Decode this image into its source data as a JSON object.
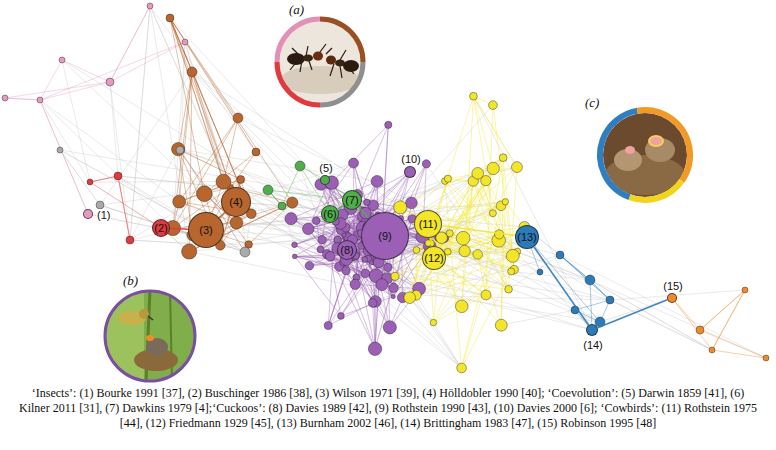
{
  "diagram": {
    "caption": "‘Insects’: (1) Bourke 1991 [37], (2) Buschinger 1986 [38], (3) Wilson 1971 [39], (4) Hölldobler 1990 [40]; ‘Coevolution’: (5) Darwin 1859 [41], (6) Kilner 2011 [31], (7) Dawkins 1979 [4];‘Cuckoos’: (8) Davies 1989 [42], (9) Rothstein 1990 [43], (10) Davies 2000 [6]; ‘Cowbirds’: (11) Rothstein 1975 [44], (12) Friedmann 1929 [45], (13) Burnham 2002 [46], (14) Brittingham 1983 [47], (15) Robinson 1995 [48]",
    "nodes": [
      {
        "text": [
          "(1)"
        ]
      },
      {
        "text": [
          "(2)"
        ]
      },
      {
        "text": [
          "(3)"
        ]
      },
      {
        "text": [
          "(4)"
        ]
      },
      {
        "text": [
          "(5)"
        ]
      },
      {
        "text": [
          "(6)"
        ]
      },
      {
        "text": [
          "(7)"
        ]
      },
      {
        "text": [
          "(8)"
        ]
      },
      {
        "text": [
          "(9)"
        ]
      },
      {
        "text": [
          "(10)"
        ]
      },
      {
        "text": [
          "(11)"
        ]
      },
      {
        "text": [
          "(12)"
        ]
      },
      {
        "text": [
          "(13)"
        ]
      },
      {
        "text": [
          "(14)"
        ]
      },
      {
        "text": [
          "(15)"
        ]
      }
    ],
    "edges": [
      {
        "from": 1,
        "to": 2,
        "arrow": "none"
      },
      {
        "from": 2,
        "to": 3,
        "arrow": "none"
      },
      {
        "from": 5,
        "to": 6,
        "arrow": "none"
      },
      {
        "from": 6,
        "to": 8,
        "arrow": "none"
      },
      {
        "from": 7,
        "to": 8,
        "arrow": "none"
      },
      {
        "from": 8,
        "to": 10,
        "arrow": "none"
      },
      {
        "from": 10,
        "to": 11,
        "arrow": "none"
      },
      {
        "from": 10,
        "to": 12,
        "arrow": "none"
      },
      {
        "from": 12,
        "to": 13,
        "arrow": "none"
      },
      {
        "from": 13,
        "to": 14,
        "arrow": "none"
      }
    ],
    "labels": [
      "(a)",
      "(b)",
      "(c)"
    ]
  }
}
